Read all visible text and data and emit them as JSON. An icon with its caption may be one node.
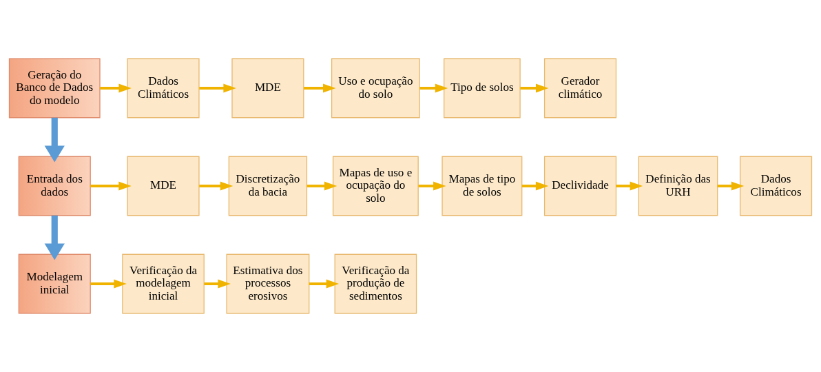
{
  "diagram": {
    "nodes": [
      {
        "text": [
          "Geração do Banco de Dados do modelo"
        ]
      },
      {
        "text": [
          "Dados Climáticos"
        ]
      },
      {
        "text": [
          "MDE"
        ]
      },
      {
        "text": [
          "Uso e ocupação do solo"
        ]
      },
      {
        "text": [
          "Tipo de solos"
        ]
      },
      {
        "text": [
          "Gerador climático"
        ]
      },
      {
        "text": [
          "Entrada dos dados"
        ]
      },
      {
        "text": [
          "MDE"
        ]
      },
      {
        "text": [
          "Discretização da bacia"
        ]
      },
      {
        "text": [
          "Mapas de uso e ocupação do solo"
        ]
      },
      {
        "text": [
          "Mapas de tipo de solos"
        ]
      },
      {
        "text": [
          "Declividade"
        ]
      },
      {
        "text": [
          "Definição das URH"
        ]
      },
      {
        "text": [
          "Dados Climáticos"
        ]
      },
      {
        "text": [
          "Modelagem inicial"
        ]
      },
      {
        "text": [
          "Verificação da modelagem inicial"
        ]
      },
      {
        "text": [
          "Estimativa dos processos erosivos"
        ]
      },
      {
        "text": [
          "Verificação da produção de sedimentos"
        ]
      }
    ],
    "edges": [
      {
        "from": 0,
        "to": 1,
        "arrow": "to"
      },
      {
        "from": 1,
        "to": 2,
        "arrow": "to"
      },
      {
        "from": 2,
        "to": 3,
        "arrow": "to"
      },
      {
        "from": 3,
        "to": 4,
        "arrow": "to"
      },
      {
        "from": 4,
        "to": 5,
        "arrow": "to"
      },
      {
        "from": 0,
        "to": 6,
        "arrow": "to",
        "style": "thick",
        "color": "#5b9bd5"
      },
      {
        "from": 6,
        "to": 7,
        "arrow": "to"
      },
      {
        "from": 7,
        "to": 8,
        "arrow": "to"
      },
      {
        "from": 8,
        "to": 9,
        "arrow": "to"
      },
      {
        "from": 9,
        "to": 10,
        "arrow": "to"
      },
      {
        "from": 10,
        "to": 11,
        "arrow": "to"
      },
      {
        "from": 11,
        "to": 12,
        "arrow": "to"
      },
      {
        "from": 12,
        "to": 13,
        "arrow": "to"
      },
      {
        "from": 6,
        "to": 14,
        "arrow": "to",
        "style": "thick",
        "color": "#5b9bd5"
      },
      {
        "from": 14,
        "to": 15,
        "arrow": "to"
      },
      {
        "from": 15,
        "to": 16,
        "arrow": "to"
      },
      {
        "from": 16,
        "to": 17,
        "arrow": "to"
      }
    ]
  }
}
